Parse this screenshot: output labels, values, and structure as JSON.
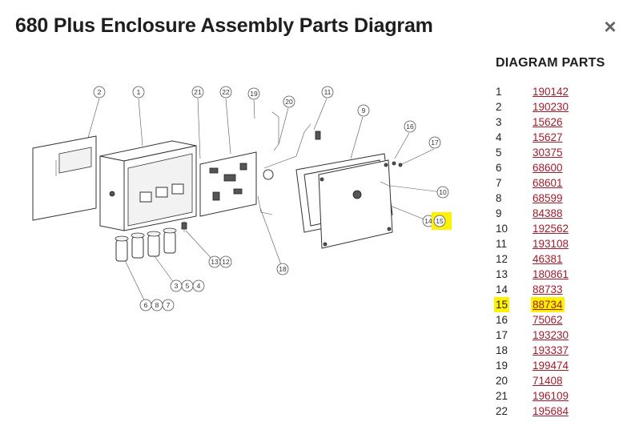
{
  "header": {
    "title": "680 Plus Enclosure Assembly Parts Diagram",
    "close_glyph": "×"
  },
  "diagram": {
    "callouts": [
      {
        "id": "2",
        "label": "2"
      },
      {
        "id": "1",
        "label": "1"
      },
      {
        "id": "21",
        "label": "21"
      },
      {
        "id": "22",
        "label": "22"
      },
      {
        "id": "19",
        "label": "19"
      },
      {
        "id": "20",
        "label": "20"
      },
      {
        "id": "11",
        "label": "11"
      },
      {
        "id": "9",
        "label": "9"
      },
      {
        "id": "16",
        "label": "16"
      },
      {
        "id": "17",
        "label": "17"
      },
      {
        "id": "10",
        "label": "10"
      },
      {
        "id": "14",
        "label": "14"
      },
      {
        "id": "15",
        "label": "15",
        "highlighted": true
      },
      {
        "id": "13",
        "label": "13"
      },
      {
        "id": "12",
        "label": "12"
      },
      {
        "id": "18",
        "label": "18"
      },
      {
        "id": "3",
        "label": "3"
      },
      {
        "id": "5",
        "label": "5"
      },
      {
        "id": "4",
        "label": "4"
      },
      {
        "id": "6",
        "label": "6"
      },
      {
        "id": "8",
        "label": "8"
      },
      {
        "id": "7",
        "label": "7"
      }
    ],
    "highlight_color": "#fff200"
  },
  "parts": {
    "heading": "DIAGRAM PARTS",
    "link_color": "#a01c2c",
    "items": [
      {
        "num": "1",
        "part": "190142"
      },
      {
        "num": "2",
        "part": "190230"
      },
      {
        "num": "3",
        "part": "15626"
      },
      {
        "num": "4",
        "part": "15627"
      },
      {
        "num": "5",
        "part": "30375"
      },
      {
        "num": "6",
        "part": "68600"
      },
      {
        "num": "7",
        "part": "68601"
      },
      {
        "num": "8",
        "part": "68599"
      },
      {
        "num": "9",
        "part": "84388"
      },
      {
        "num": "10",
        "part": "192562"
      },
      {
        "num": "11",
        "part": "193108"
      },
      {
        "num": "12",
        "part": "46381"
      },
      {
        "num": "13",
        "part": "180861"
      },
      {
        "num": "14",
        "part": "88733"
      },
      {
        "num": "15",
        "part": "88734",
        "highlighted": true
      },
      {
        "num": "16",
        "part": "75062"
      },
      {
        "num": "17",
        "part": "193230"
      },
      {
        "num": "18",
        "part": "193337"
      },
      {
        "num": "19",
        "part": "199474"
      },
      {
        "num": "20",
        "part": "71408"
      },
      {
        "num": "21",
        "part": "196109"
      },
      {
        "num": "22",
        "part": "195684"
      }
    ]
  }
}
